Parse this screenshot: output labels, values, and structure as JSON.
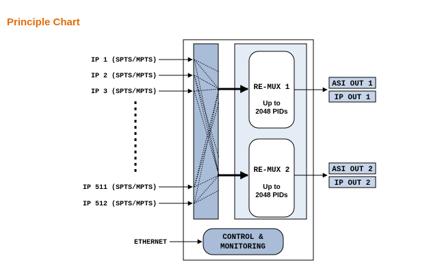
{
  "header": {
    "title": "Principle Chart"
  },
  "inputs": [
    {
      "label": "IP 1 (SPTS/MPTS)"
    },
    {
      "label": "IP 2 (SPTS/MPTS)"
    },
    {
      "label": "IP 3 (SPTS/MPTS)"
    },
    {
      "label": "IP 511 (SPTS/MPTS)"
    },
    {
      "label": "IP 512 (SPTS/MPTS)"
    }
  ],
  "remux": [
    {
      "name": "RE-MUX 1",
      "capacity_line1": "Up to",
      "capacity_line2": "2048 PIDs"
    },
    {
      "name": "RE-MUX 2",
      "capacity_line1": "Up to",
      "capacity_line2": "2048 PIDs"
    }
  ],
  "outputs": [
    {
      "asi": "ASI OUT 1",
      "ip": "IP OUT 1"
    },
    {
      "asi": "ASI OUT 2",
      "ip": "IP OUT 2"
    }
  ],
  "control": {
    "line1": "CONTROL &",
    "line2": "MONITORING"
  },
  "ethernet": {
    "label": "ETHERNET"
  },
  "colors": {
    "title": "#e36c09",
    "switch_fill": "#a9bcd8",
    "panel_fill": "#e4ecf6",
    "box_fill": "#c6d5e9",
    "output_fill": "#c6d5e9"
  }
}
